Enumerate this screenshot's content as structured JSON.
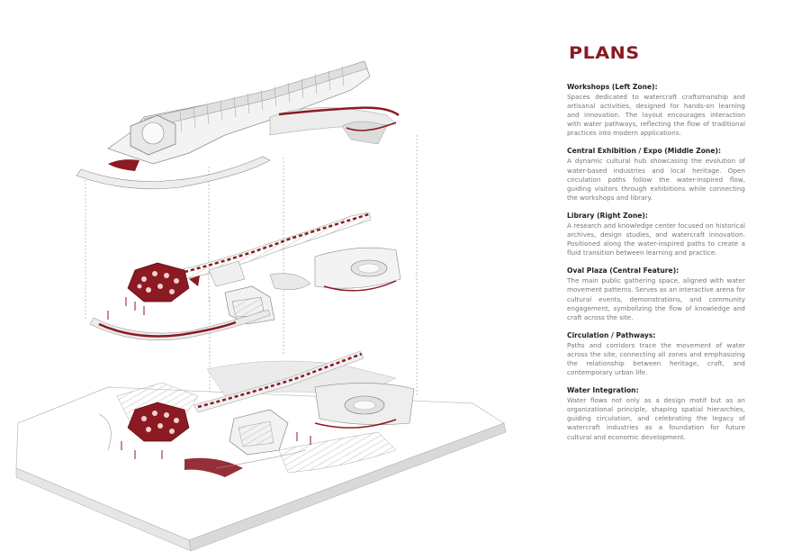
{
  "colors": {
    "accent": "#8b1a22",
    "heading": "#222222",
    "body": "#777777",
    "line": "#8a8a8a",
    "mass": "#d9d9d9"
  },
  "panel": {
    "title": "PLANS",
    "sections": [
      {
        "heading": "Workshops (Left Zone):",
        "body": "Spaces dedicated to watercraft craftsmanship and artisanal activities, designed for hands-on learning and innovation. The layout encourages interaction with water pathways, reflecting the flow of traditional practices into modern applications."
      },
      {
        "heading": "Central Exhibition / Expo (Middle Zone):",
        "body": "A dynamic cultural hub showcasing the evolution of water-based industries and local heritage. Open circulation paths follow the water-inspired flow, guiding visitors through exhibitions while connecting the workshops and library."
      },
      {
        "heading": "Library (Right Zone):",
        "body": "A research and knowledge center focused on historical archives, design studies, and watercraft innovation. Positioned along the water-inspired paths to create a fluid transition between learning and practice."
      },
      {
        "heading": "Oval Plaza (Central Feature):",
        "body": "The main public gathering space, aligned with water movement patterns. Serves as an interactive arena for cultural events, demonstrations, and community engagement, symbolizing the flow of knowledge and craft across the site."
      },
      {
        "heading": "Circulation / Pathways:",
        "body": "Paths and corridors trace the movement of water across the site, connecting all zones and emphasizing the relationship between heritage, craft, and contemporary urban life."
      },
      {
        "heading": "Water Integration:",
        "body": "Water flows not only as a design motif but as an organizational principle, shaping spatial hierarchies, guiding circulation, and celebrating the legacy of watercraft industries as a foundation for future cultural and economic development."
      }
    ]
  }
}
